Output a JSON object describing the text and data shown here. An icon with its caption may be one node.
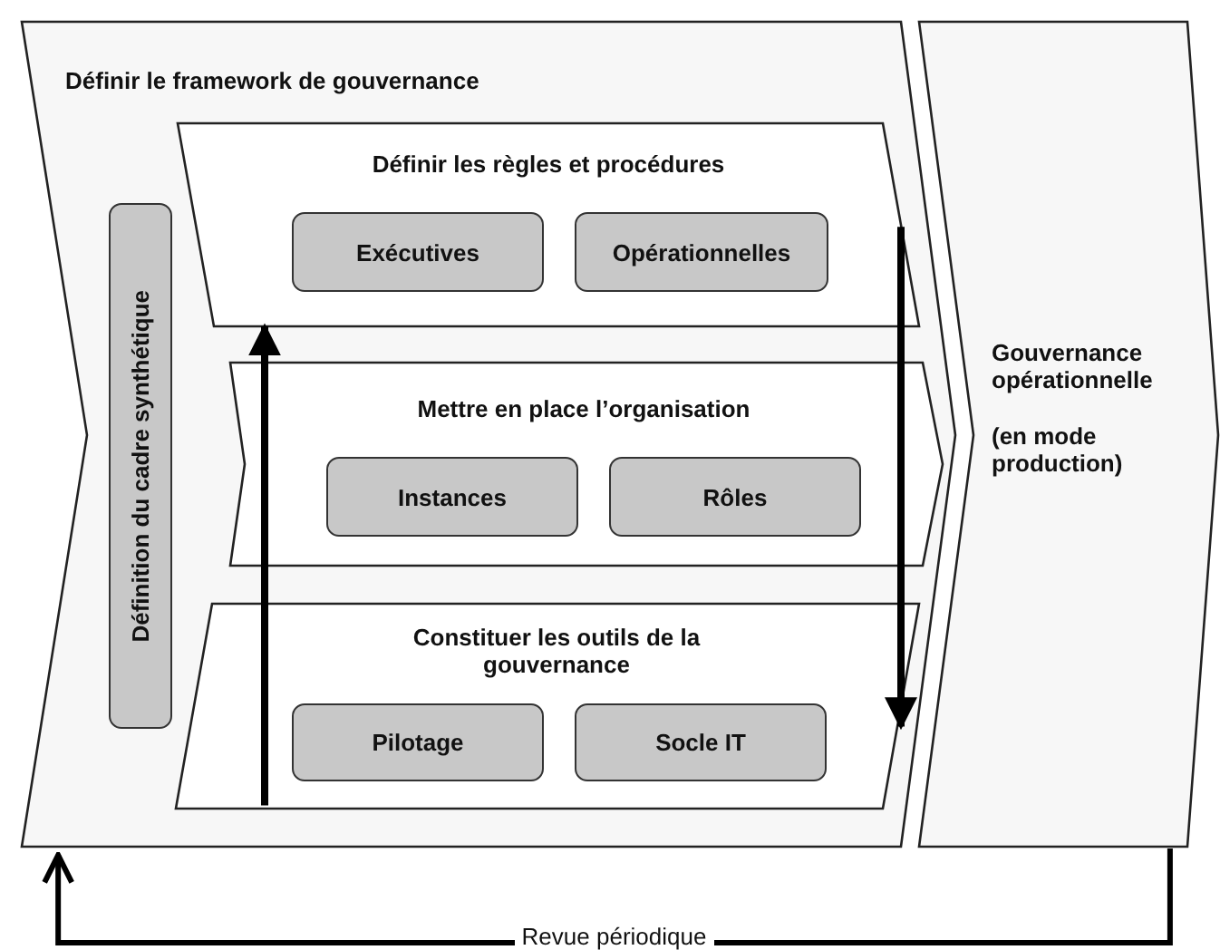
{
  "diagram": {
    "nodes": [
      {
        "text": [
          "Définir le framework de gouvernance"
        ]
      },
      {
        "text": [
          "Définition du cadre synthétique"
        ],
        "in": 0
      },
      {
        "text": [
          "Définir les règles et procédures"
        ],
        "in": 0
      },
      {
        "text": [
          "Exécutives"
        ],
        "in": 2
      },
      {
        "text": [
          "Opérationnelles"
        ],
        "in": 2
      },
      {
        "text": [
          "Mettre en place l’organisation"
        ],
        "in": 0
      },
      {
        "text": [
          "Instances"
        ],
        "in": 5
      },
      {
        "text": [
          "Rôles"
        ],
        "in": 5
      },
      {
        "text": [
          "Constituer les outils de la gouvernance"
        ],
        "in": 0
      },
      {
        "text": [
          "Pilotage"
        ],
        "in": 8
      },
      {
        "text": [
          "Socle IT"
        ],
        "in": 8
      },
      {
        "text": [
          "Gouvernance opérationnelle",
          "(en mode production)"
        ]
      }
    ],
    "edges": [
      {
        "from": 8,
        "to": 2,
        "arrow": "to"
      },
      {
        "from": 2,
        "to": 8,
        "arrow": "to"
      },
      {
        "from": 11,
        "to": 0,
        "arrow": "to",
        "label": "Revue périodique"
      }
    ]
  }
}
